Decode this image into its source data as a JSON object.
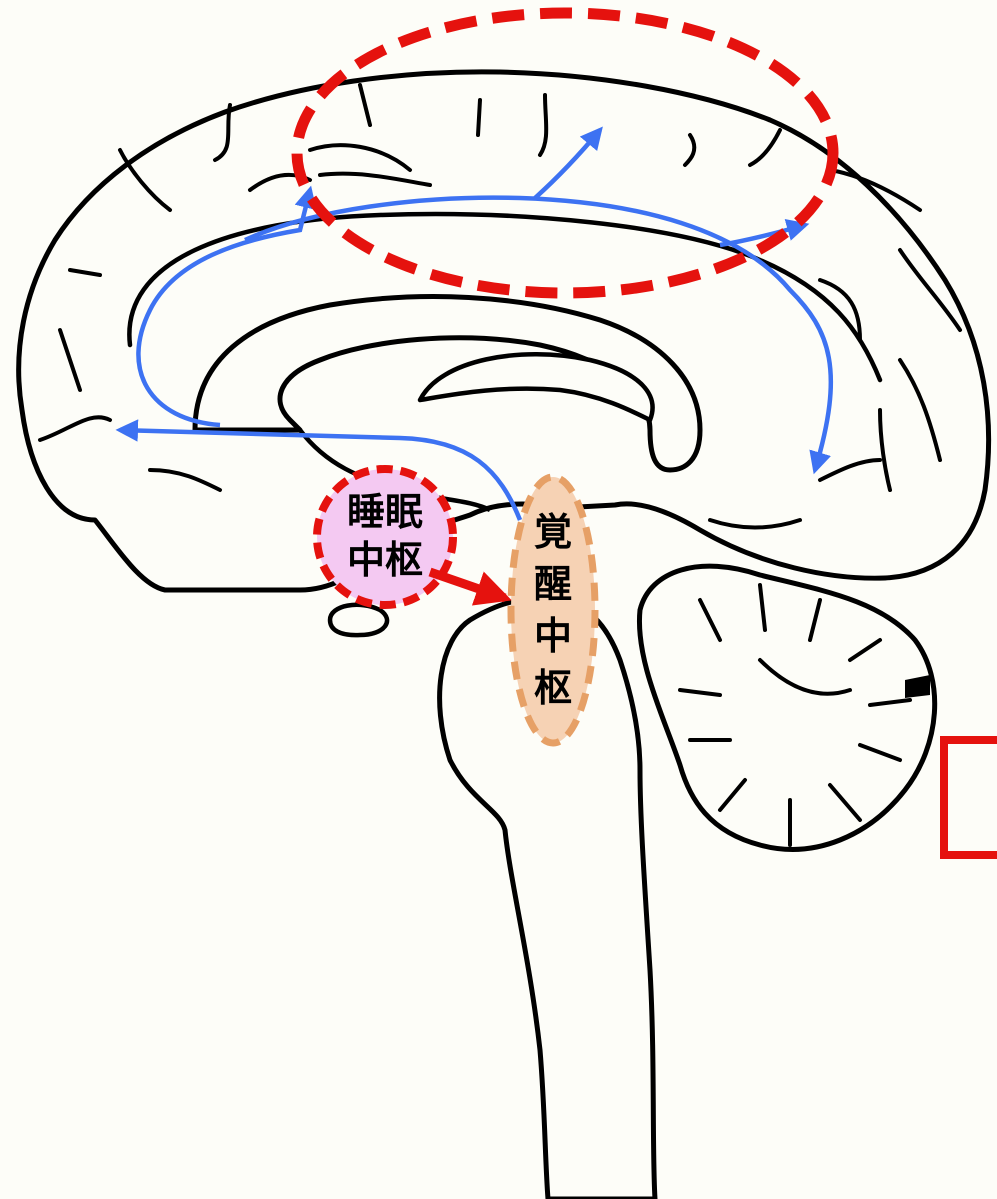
{
  "labels": {
    "sleep_center_line1": "睡眠",
    "sleep_center_line2": "中枢",
    "wake_center_chars": [
      "覚",
      "醒",
      "中",
      "枢"
    ]
  },
  "colors": {
    "outline": "#000000",
    "background": "#fdfdf8",
    "cortex_highlight": "#e5120e",
    "sleep_fill": "#f4c9f2",
    "sleep_border": "#e5120e",
    "wake_fill": "#f6d2b4",
    "wake_border": "#e6a066",
    "arousal_arrow": "#3d72f2",
    "inhibition_arrow": "#e5120e",
    "corner_box": "#e5120e"
  }
}
